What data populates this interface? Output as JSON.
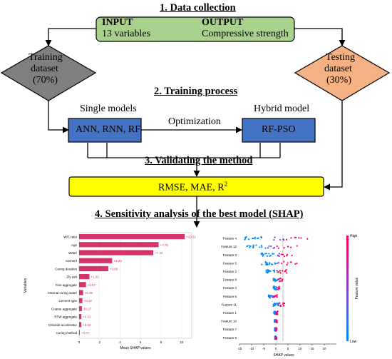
{
  "sections": {
    "s1": "1. Data collection",
    "s2": "2. Training process",
    "s3": "3. Validating the method",
    "s4": "4. Sensitivity analysis of the best model (SHAP)"
  },
  "data_box": {
    "input_label": "INPUT",
    "input_value": "13 variables",
    "output_label": "OUTPUT",
    "output_value": "Compressive strength"
  },
  "training": [
    "Training",
    "dataset",
    "(70%)"
  ],
  "testing": [
    "Testing",
    "dataset",
    "(30%)"
  ],
  "single_models": {
    "heading": "Single models",
    "box": "ANN, RNN, RF"
  },
  "hybrid_model": {
    "heading": "Hybrid model",
    "box": "RF-PSO"
  },
  "optimization_label": "Optimization",
  "metrics": {
    "text": "RMSE, MAE, R",
    "sup": "2"
  },
  "colors": {
    "data_box": "#a9d18e",
    "training": "#7f7f7f",
    "testing": "#f4b183",
    "model_box": "#4472c4",
    "metrics_box": "#ffff00",
    "bar": "#d6336c"
  },
  "chart_data": [
    {
      "type": "bar",
      "orientation": "horizontal",
      "xlabel": "Mean SHAP values",
      "ylabel": "Variables",
      "xlim": [
        0,
        11
      ],
      "xticks": [
        "0",
        "2",
        "4",
        "6",
        "8",
        "10"
      ],
      "categories": [
        "W/C ratio",
        "Age",
        "Water",
        "Cement",
        "Curing duration",
        "Fly ash",
        "Fine aggregate",
        "Internal curing water",
        "Cement type",
        "Coarse aggregate",
        "RTW aggregate",
        "Chloride accelerator",
        "Curing method"
      ],
      "values": [
        10.31,
        7.76,
        7.24,
        3.23,
        2.85,
        1.01,
        0.67,
        0.39,
        0.32,
        0.27,
        0.22,
        0.22,
        0.07
      ],
      "value_labels": [
        "+10.31",
        "+7.76",
        "+7.24",
        "+3.23",
        "+2.85",
        "+1.01",
        "+0.67",
        "+0.39",
        "+0.32",
        "+0.27",
        "+0.22",
        "+0.22",
        "+0.07"
      ]
    },
    {
      "type": "scatter",
      "xlabel": "SHAP values",
      "colorbar_label": "Feature value",
      "colorbar_high": "High",
      "colorbar_low": "Low",
      "xlim": [
        -15,
        25
      ],
      "xticks": [
        "-15",
        "-10",
        "-5",
        "0",
        "5",
        "10",
        "15",
        "20"
      ],
      "features": [
        "Feature 4",
        "Feature 12",
        "Feature 3",
        "Feature 5",
        "Feature 2",
        "Feature 8",
        "Feature 0",
        "Feature 6",
        "Feature 11",
        "Feature 1",
        "Feature 10",
        "Feature 7",
        "Feature 9"
      ]
    }
  ]
}
